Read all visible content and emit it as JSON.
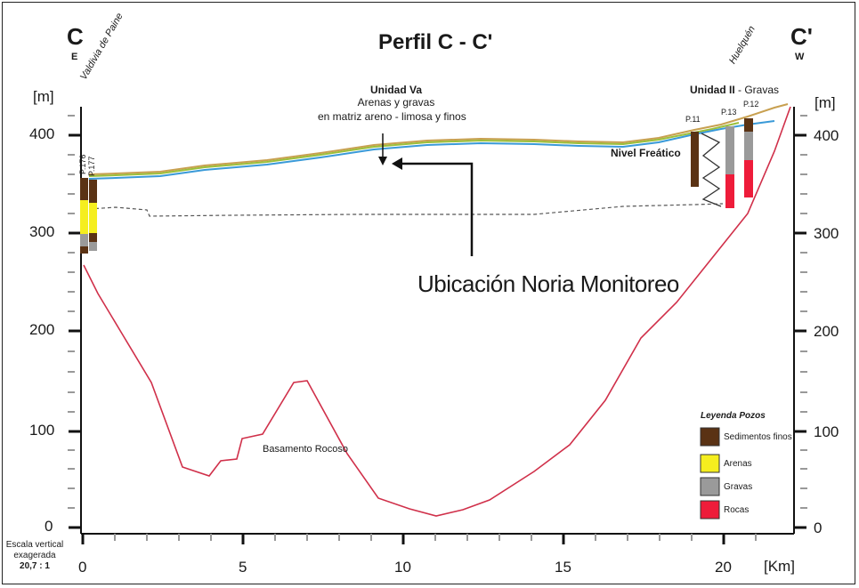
{
  "header": {
    "title": "Perfil C - C'",
    "left_letter": "C",
    "left_dir": "E",
    "right_letter": "C'",
    "right_dir": "W"
  },
  "places": {
    "left": "Valdivia de Paine",
    "right": "Huelquén"
  },
  "annotations": {
    "unit_va_title": "Unidad Va",
    "unit_va_line1": "Arenas y gravas",
    "unit_va_line2": "en matriz areno - limosa y finos",
    "unit_ii_bold": "Unidad II",
    "unit_ii_rest": " - Gravas",
    "water_table": "Nivel Freático",
    "basement": "Basamento Rocoso",
    "noria": "Ubicación Noria Monitoreo"
  },
  "wells": [
    "P.176",
    "P.177",
    "P.11",
    "P.13",
    "P.12"
  ],
  "legend": {
    "title": "Leyenda Pozos",
    "items": [
      {
        "label": "Sedimentos finos",
        "color": "#5a3214"
      },
      {
        "label": "Arenas",
        "color": "#f5ee1f"
      },
      {
        "label": "Gravas",
        "color": "#9a9a9a"
      },
      {
        "label": "Rocas",
        "color": "#ee1c3a"
      }
    ]
  },
  "axes": {
    "y_unit_left": "[m]",
    "y_unit_right": "[m]",
    "x_unit": "[Km]",
    "y_ticks": [
      "0",
      "100",
      "200",
      "300",
      "400"
    ],
    "y_ticks_right": [
      "0",
      "100",
      "200",
      "300",
      "400"
    ],
    "x_ticks": [
      "0",
      "5",
      "10",
      "15",
      "20"
    ],
    "vertical_scale_note": [
      "Escala vertical",
      "exagerada",
      "20,7 : 1"
    ]
  },
  "colors": {
    "basement": "#d0304a",
    "surface_green": "#9bbf3a",
    "surface_brown": "#c8a050",
    "water_blue": "#3a9ad8"
  }
}
